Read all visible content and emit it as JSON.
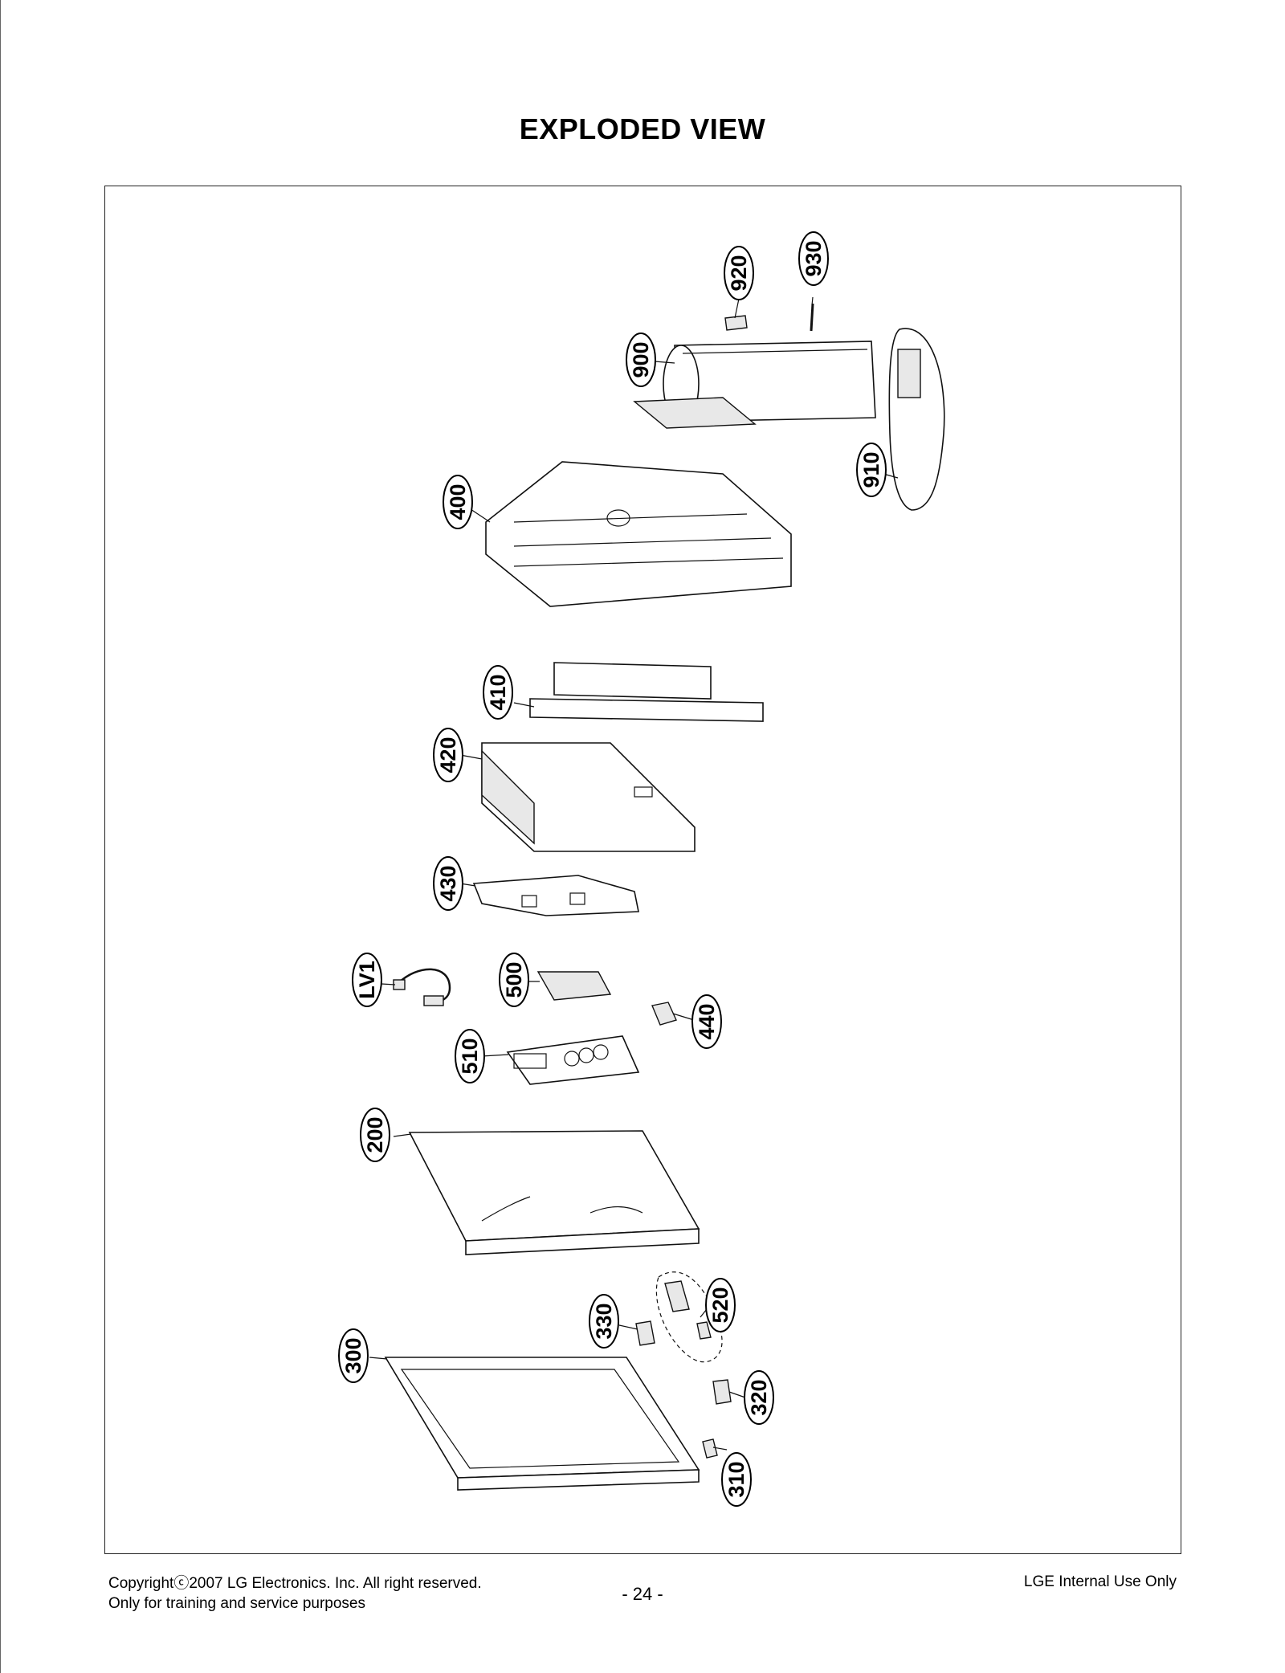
{
  "page_title": "EXPLODED VIEW",
  "callouts": [
    "920",
    "930",
    "900",
    "910",
    "400",
    "410",
    "420",
    "430",
    "LV1",
    "500",
    "440",
    "510",
    "200",
    "330",
    "520",
    "300",
    "320",
    "310"
  ],
  "footer": {
    "copyright_line1": "Copyrightⓒ2007 LG Electronics. Inc. All right reserved.",
    "copyright_line2": "Only for training and service purposes",
    "page_number": "- 24 -",
    "internal": "LGE Internal Use Only"
  }
}
